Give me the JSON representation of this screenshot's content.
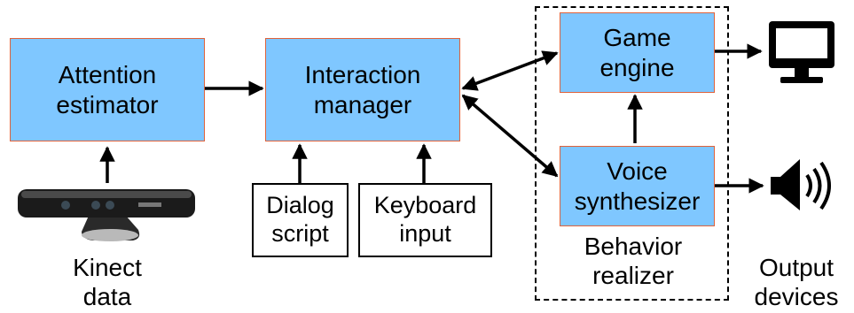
{
  "nodes": {
    "attention_estimator": "Attention\nestimator",
    "interaction_manager": "Interaction\nmanager",
    "game_engine": "Game\nengine",
    "voice_synthesizer": "Voice\nsynthesizer",
    "dialog_script": "Dialog\nscript",
    "keyboard_input": "Keyboard\ninput"
  },
  "labels": {
    "kinect_data": "Kinect\ndata",
    "behavior_realizer": "Behavior\nrealizer",
    "output_devices": "Output\ndevices"
  },
  "colors": {
    "box_fill": "#7fc7ff",
    "box_border": "#e0623a"
  },
  "icons": {
    "sensor": "kinect-sensor-icon",
    "monitor": "monitor-icon",
    "speaker": "speaker-icon"
  }
}
